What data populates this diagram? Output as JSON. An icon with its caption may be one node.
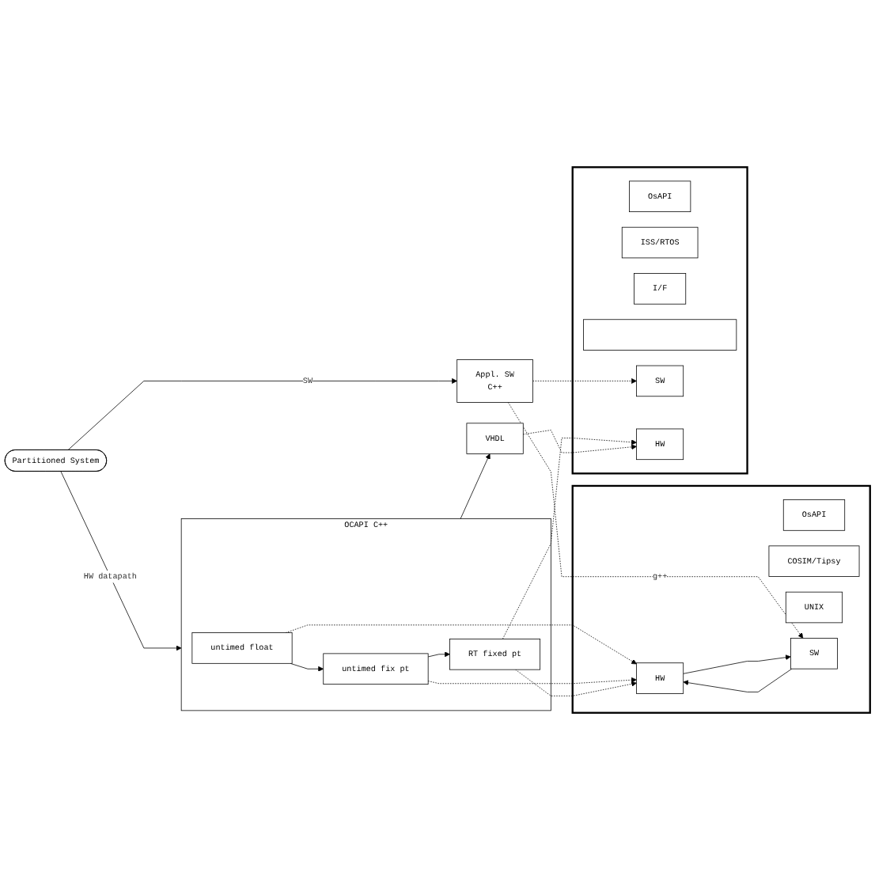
{
  "diagram": {
    "nodes": [
      {
        "text": [
          "Partitioned System"
        ]
      },
      {
        "text": [
          "Appl. SW",
          "C++"
        ]
      },
      {
        "text": [
          "OCAPI C++"
        ]
      },
      {
        "text": [
          "untimed float"
        ],
        "in": 2
      },
      {
        "text": [
          "untimed fix pt"
        ],
        "in": 2
      },
      {
        "text": [
          "RT fixed pt"
        ],
        "in": 2
      },
      {
        "text": [
          "VHDL"
        ]
      },
      {
        "text": [],
        "shape": "box"
      },
      {
        "text": [
          "SW"
        ],
        "in": 7
      },
      {
        "text": [
          "HW"
        ],
        "in": 7
      },
      {
        "text": [
          "OsAPI"
        ],
        "in": 7
      },
      {
        "text": [
          "COSIM/Tipsy"
        ],
        "in": 7
      },
      {
        "text": [
          "UNIX"
        ],
        "in": 7
      },
      {
        "text": [],
        "shape": "box"
      },
      {
        "text": [
          "SW"
        ],
        "in": 13
      },
      {
        "text": [
          "OsAPI"
        ],
        "in": 13
      },
      {
        "text": [
          "ISS/RTOS"
        ],
        "in": 13
      },
      {
        "text": [
          "I/F"
        ],
        "in": 13
      },
      {
        "text": [
          "HW"
        ],
        "in": 13
      },
      {
        "text": [],
        "shape": "bar",
        "in": 13
      }
    ],
    "edges": [
      {
        "from": 0,
        "to": 1,
        "arrow": "to",
        "label": "SW"
      },
      {
        "from": 0,
        "to": 2,
        "arrow": "to",
        "label": "HW datapath"
      },
      {
        "from": 3,
        "to": 4,
        "arrow": "to"
      },
      {
        "from": 4,
        "to": 5,
        "arrow": "to"
      },
      {
        "from": 2,
        "to": 6,
        "arrow": "to"
      },
      {
        "from": 1,
        "to": 8,
        "arrow": "to",
        "style": "dashed",
        "label": "g++"
      },
      {
        "from": 8,
        "to": 9,
        "arrow": "to"
      },
      {
        "from": 9,
        "to": 8,
        "arrow": "to"
      },
      {
        "from": 3,
        "to": 9,
        "arrow": "to",
        "style": "dashed"
      },
      {
        "from": 4,
        "to": 9,
        "arrow": "to",
        "style": "dashed"
      },
      {
        "from": 5,
        "to": 9,
        "arrow": "to",
        "style": "dashed"
      },
      {
        "from": 1,
        "to": 14,
        "arrow": "to",
        "style": "dashed"
      },
      {
        "from": 5,
        "to": 18,
        "arrow": "to",
        "style": "dashed"
      },
      {
        "from": 6,
        "to": 18,
        "arrow": "to",
        "style": "dashed"
      }
    ]
  }
}
